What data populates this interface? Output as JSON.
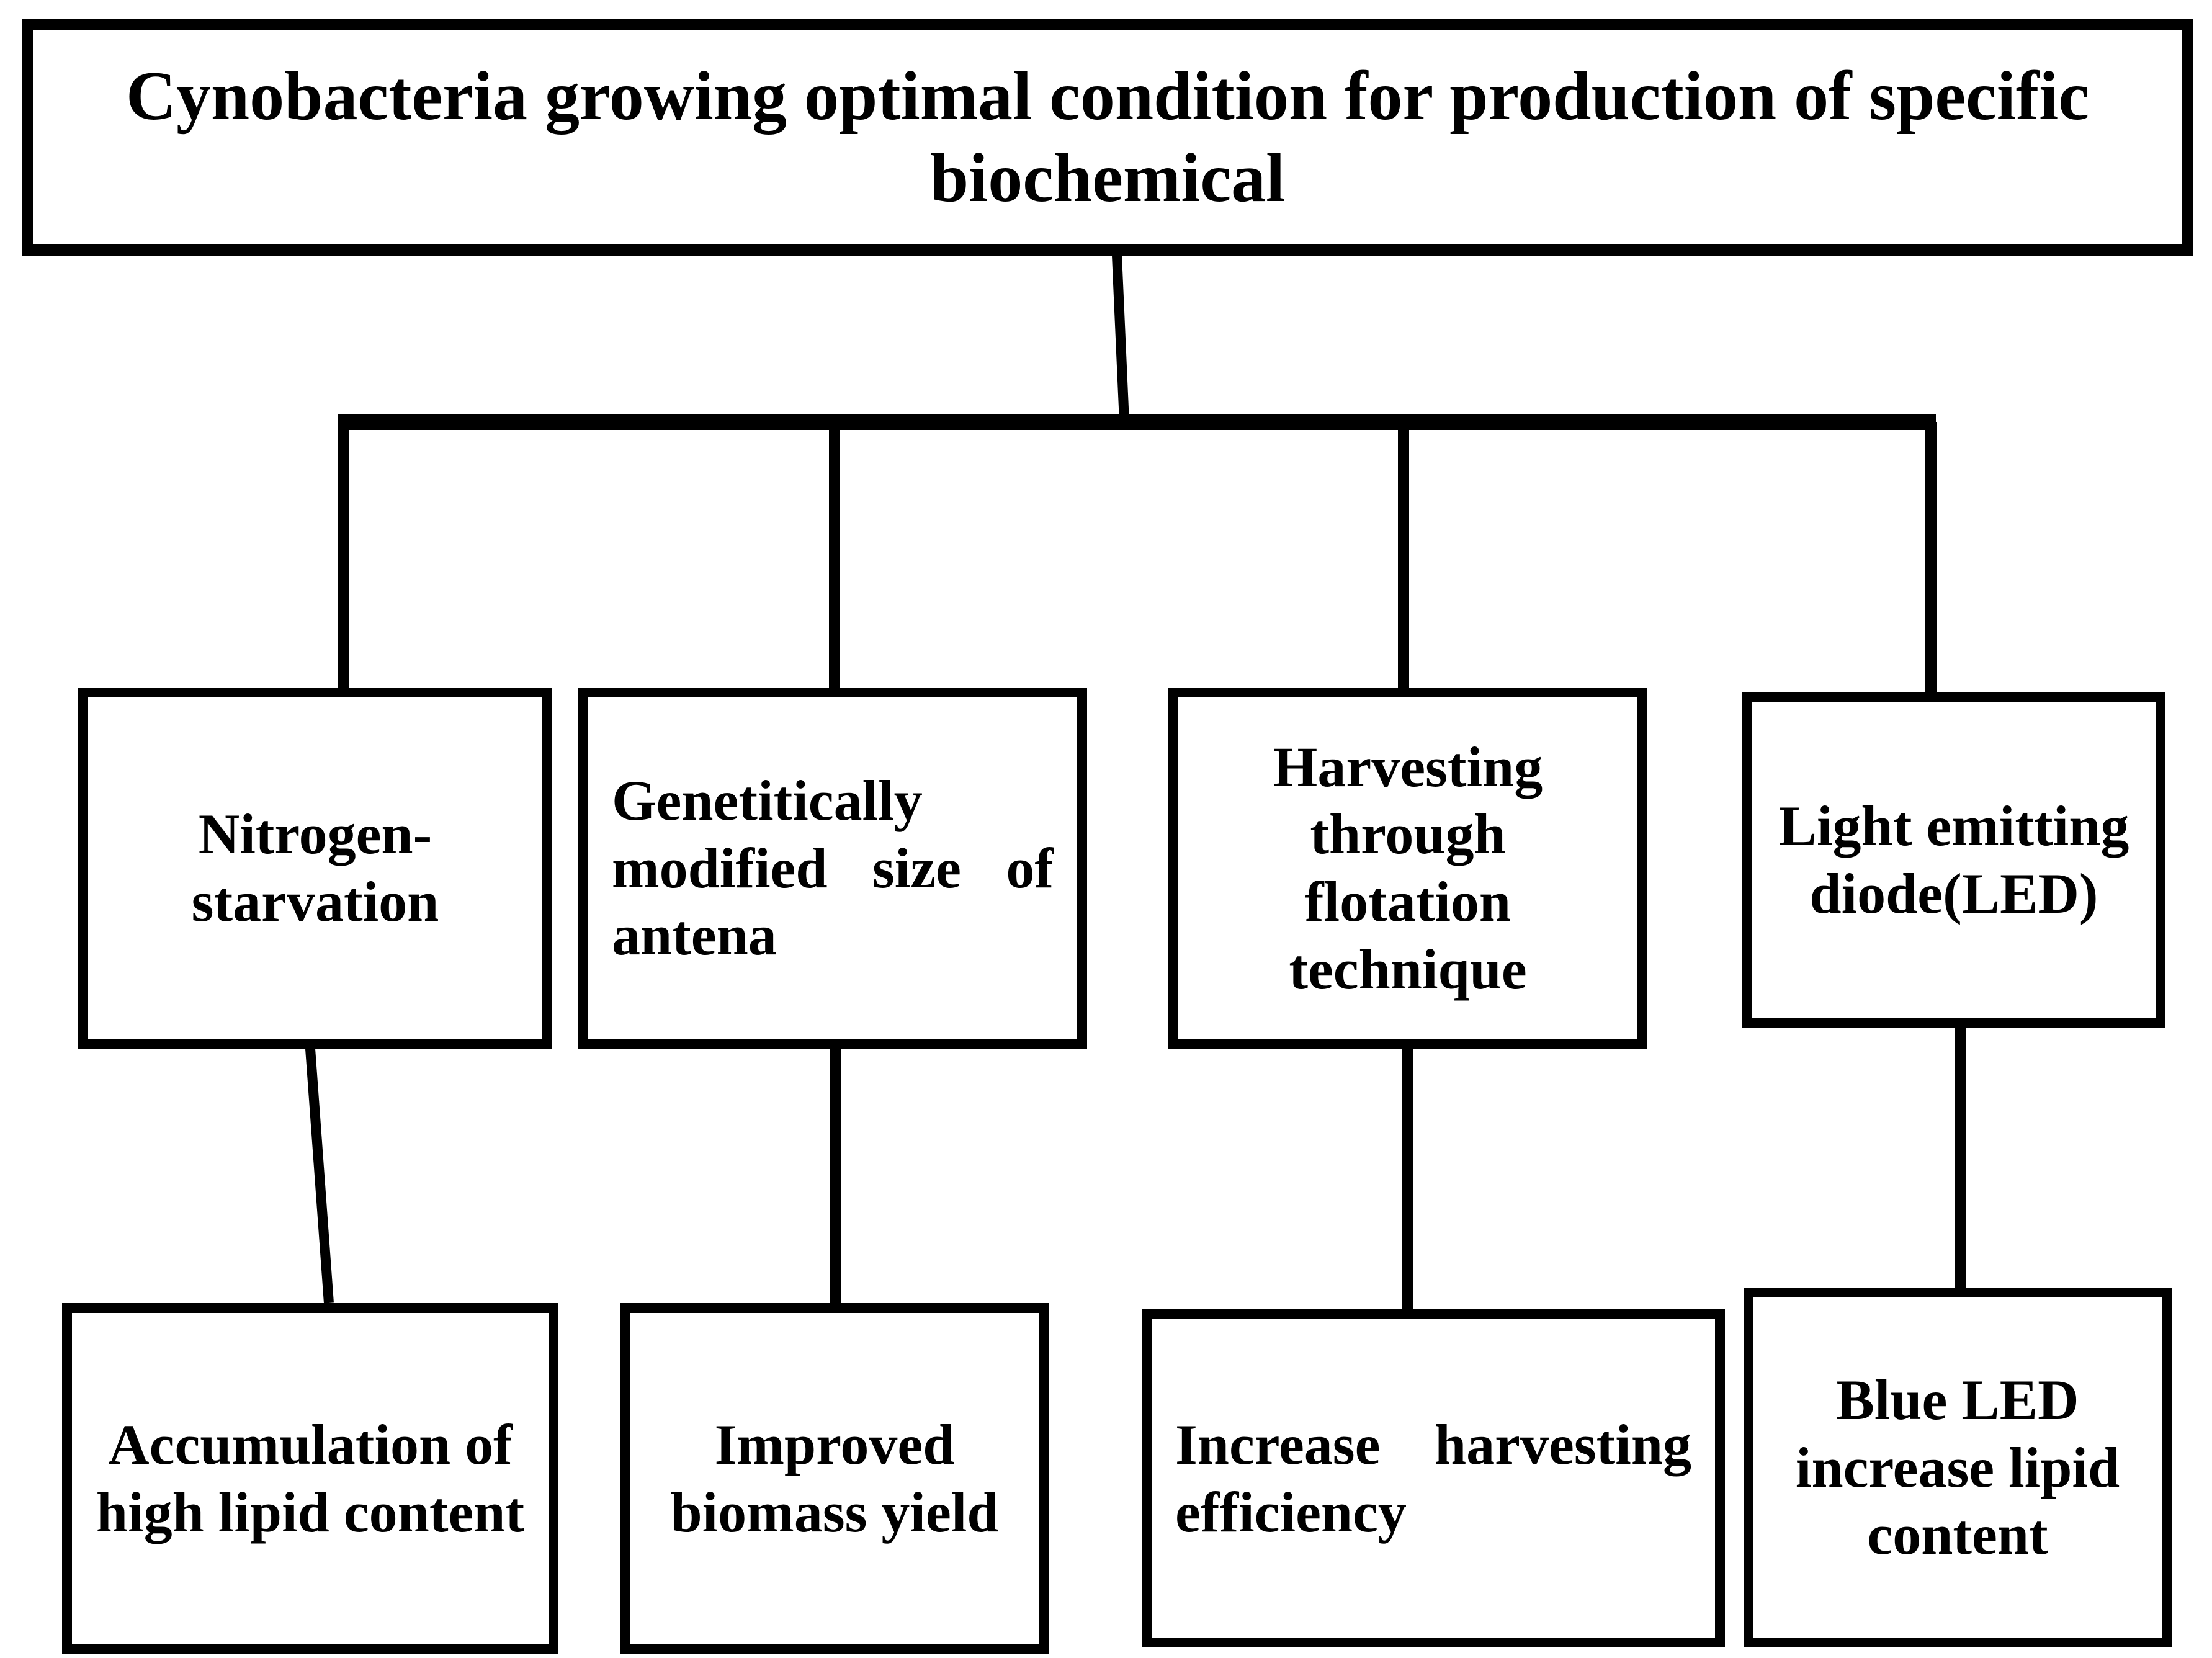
{
  "diagram": {
    "title_node": {
      "label": "Cynobacteria growing optimal condition for production of specific biochemical"
    },
    "level2": [
      {
        "id": "nitrogen",
        "label": "Nitrogen-starvation"
      },
      {
        "id": "antenna",
        "label": "Genetitically modified size of antena"
      },
      {
        "id": "flotation",
        "label": "Harvesting through flotation technique"
      },
      {
        "id": "led",
        "label": "Light emitting diode(LED)"
      }
    ],
    "level3": [
      {
        "id": "lipid",
        "label": "Accumulation of high lipid content"
      },
      {
        "id": "biomass",
        "label": "Improved biomass yield"
      },
      {
        "id": "efficiency",
        "label": "Increase harvesting efficiency"
      },
      {
        "id": "bluelight",
        "label": "Blue LED increase lipid content"
      }
    ],
    "colors": {
      "border": "#000000",
      "background": "#ffffff",
      "text": "#000000",
      "connector": "#000000"
    }
  }
}
